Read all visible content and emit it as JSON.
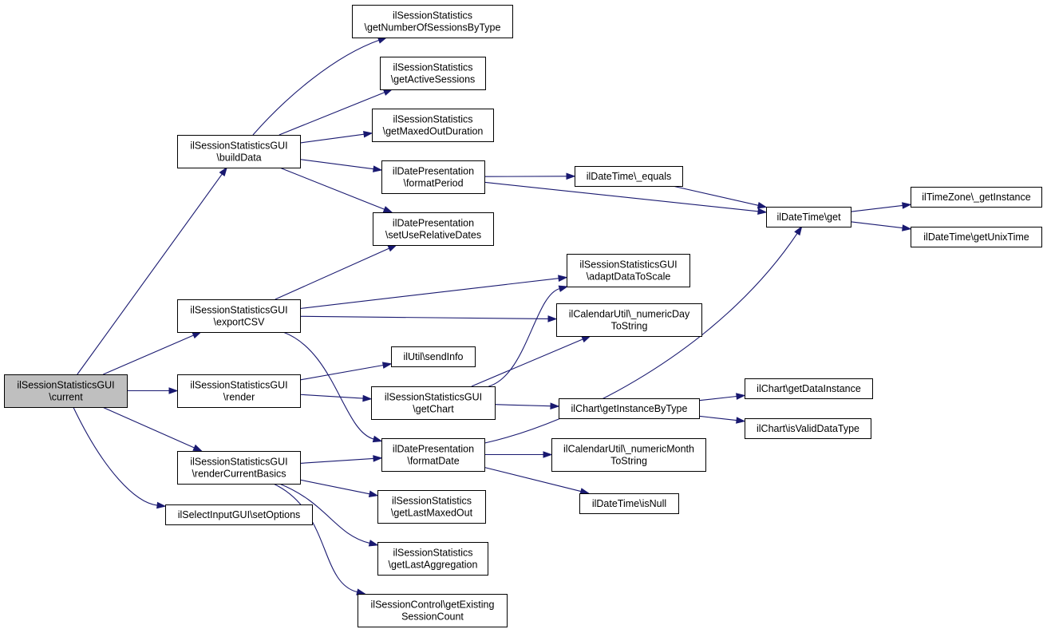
{
  "colors": {
    "edge": "#191970",
    "root_fill": "#bfbfbf",
    "node_fill": "#ffffff",
    "node_border": "#000000"
  },
  "nodes": {
    "current": {
      "lines": [
        "ilSessionStatisticsGUI",
        "\\current"
      ],
      "root": true
    },
    "buildData": {
      "lines": [
        "ilSessionStatisticsGUI",
        "\\buildData"
      ]
    },
    "exportCSV": {
      "lines": [
        "ilSessionStatisticsGUI",
        "\\exportCSV"
      ]
    },
    "render": {
      "lines": [
        "ilSessionStatisticsGUI",
        "\\render"
      ]
    },
    "renderCurrentBasics": {
      "lines": [
        "ilSessionStatisticsGUI",
        "\\renderCurrentBasics"
      ]
    },
    "setOptions": {
      "lines": [
        "ilSelectInputGUI\\setOptions"
      ]
    },
    "getNumberOfSessionsByType": {
      "lines": [
        "ilSessionStatistics",
        "\\getNumberOfSessionsByType"
      ]
    },
    "getActiveSessions": {
      "lines": [
        "ilSessionStatistics",
        "\\getActiveSessions"
      ]
    },
    "getMaxedOutDuration": {
      "lines": [
        "ilSessionStatistics",
        "\\getMaxedOutDuration"
      ]
    },
    "formatPeriod": {
      "lines": [
        "ilDatePresentation",
        "\\formatPeriod"
      ]
    },
    "setUseRelativeDates": {
      "lines": [
        "ilDatePresentation",
        "\\setUseRelativeDates"
      ]
    },
    "sendInfo": {
      "lines": [
        "ilUtil\\sendInfo"
      ]
    },
    "getChart": {
      "lines": [
        "ilSessionStatisticsGUI",
        "\\getChart"
      ]
    },
    "formatDate": {
      "lines": [
        "ilDatePresentation",
        "\\formatDate"
      ]
    },
    "getLastMaxedOut": {
      "lines": [
        "ilSessionStatistics",
        "\\getLastMaxedOut"
      ]
    },
    "getLastAggregation": {
      "lines": [
        "ilSessionStatistics",
        "\\getLastAggregation"
      ]
    },
    "getExistingSessionCount": {
      "lines": [
        "ilSessionControl\\getExisting",
        "SessionCount"
      ]
    },
    "equals": {
      "lines": [
        "ilDateTime\\_equals"
      ]
    },
    "adaptDataToScale": {
      "lines": [
        "ilSessionStatisticsGUI",
        "\\adaptDataToScale"
      ]
    },
    "numericDayToString": {
      "lines": [
        "ilCalendarUtil\\_numericDay",
        "ToString"
      ]
    },
    "getInstanceByType": {
      "lines": [
        "ilChart\\getInstanceByType"
      ]
    },
    "numericMonthToString": {
      "lines": [
        "ilCalendarUtil\\_numericMonth",
        "ToString"
      ]
    },
    "isNull": {
      "lines": [
        "ilDateTime\\isNull"
      ]
    },
    "get": {
      "lines": [
        "ilDateTime\\get"
      ]
    },
    "getInstance": {
      "lines": [
        "ilTimeZone\\_getInstance"
      ]
    },
    "getUnixTime": {
      "lines": [
        "ilDateTime\\getUnixTime"
      ]
    },
    "getDataInstance": {
      "lines": [
        "ilChart\\getDataInstance"
      ]
    },
    "isValidDataType": {
      "lines": [
        "ilChart\\isValidDataType"
      ]
    }
  },
  "edges": [
    [
      "current",
      "buildData"
    ],
    [
      "current",
      "exportCSV"
    ],
    [
      "current",
      "render"
    ],
    [
      "current",
      "renderCurrentBasics"
    ],
    [
      "current",
      "setOptions"
    ],
    [
      "buildData",
      "getNumberOfSessionsByType"
    ],
    [
      "buildData",
      "getActiveSessions"
    ],
    [
      "buildData",
      "getMaxedOutDuration"
    ],
    [
      "buildData",
      "formatPeriod"
    ],
    [
      "buildData",
      "setUseRelativeDates"
    ],
    [
      "exportCSV",
      "setUseRelativeDates"
    ],
    [
      "exportCSV",
      "adaptDataToScale"
    ],
    [
      "exportCSV",
      "numericDayToString"
    ],
    [
      "exportCSV",
      "formatDate"
    ],
    [
      "render",
      "sendInfo"
    ],
    [
      "render",
      "getChart"
    ],
    [
      "renderCurrentBasics",
      "formatDate"
    ],
    [
      "renderCurrentBasics",
      "getLastMaxedOut"
    ],
    [
      "renderCurrentBasics",
      "getLastAggregation"
    ],
    [
      "renderCurrentBasics",
      "getExistingSessionCount"
    ],
    [
      "formatPeriod",
      "equals"
    ],
    [
      "formatPeriod",
      "get"
    ],
    [
      "getChart",
      "adaptDataToScale"
    ],
    [
      "getChart",
      "numericDayToString"
    ],
    [
      "getChart",
      "getInstanceByType"
    ],
    [
      "formatDate",
      "get"
    ],
    [
      "formatDate",
      "numericMonthToString"
    ],
    [
      "formatDate",
      "isNull"
    ],
    [
      "equals",
      "get"
    ],
    [
      "get",
      "getInstance"
    ],
    [
      "get",
      "getUnixTime"
    ],
    [
      "getInstanceByType",
      "getDataInstance"
    ],
    [
      "getInstanceByType",
      "isValidDataType"
    ]
  ]
}
